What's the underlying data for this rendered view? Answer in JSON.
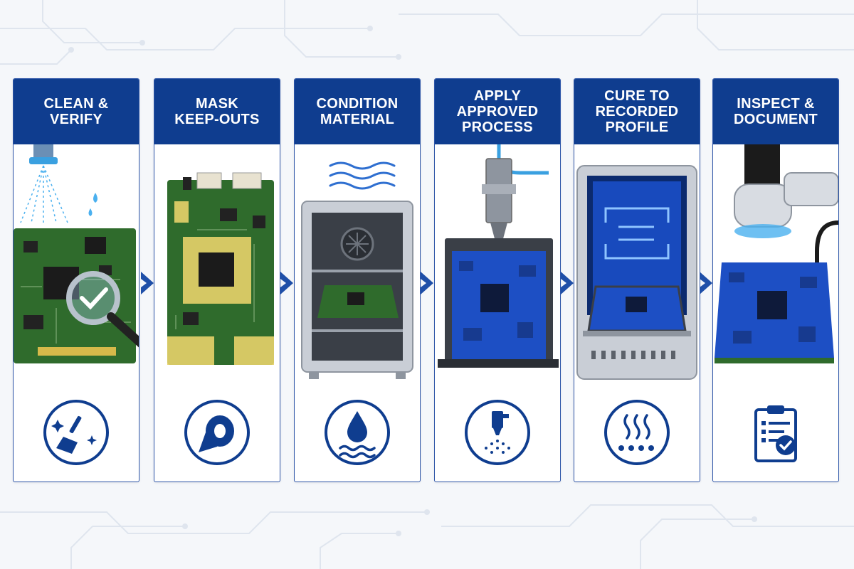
{
  "colors": {
    "header": "#0f3d8f",
    "accent": "#1f4fa8",
    "border": "#2d55a8",
    "pcb_green": "#2f6b2c",
    "pcb_blue": "#1d4fc4",
    "tape": "#e8d36a"
  },
  "steps": [
    {
      "title": "CLEAN &\nVERIFY",
      "illustration": "pcb-inspection-magnifier-spray",
      "icon": "brush-sparkle-icon"
    },
    {
      "title": "MASK\nKEEP-OUTS",
      "illustration": "pcb-with-masking-tape",
      "icon": "tape-roll-icon"
    },
    {
      "title": "CONDITION\nMATERIAL",
      "illustration": "conditioning-oven-with-pcb",
      "icon": "water-drop-waves-icon"
    },
    {
      "title": "APPLY\nAPPROVED\nPROCESS",
      "illustration": "spray-nozzle-coating-pcb",
      "icon": "spray-nozzle-icon"
    },
    {
      "title": "CURE TO\nRECORDED\nPROFILE",
      "illustration": "curing-oven-with-pcb",
      "icon": "heat-waves-icon"
    },
    {
      "title": "INSPECT &\nDOCUMENT",
      "illustration": "uv-inspection-camera-pcb",
      "icon": "clipboard-check-icon"
    }
  ]
}
